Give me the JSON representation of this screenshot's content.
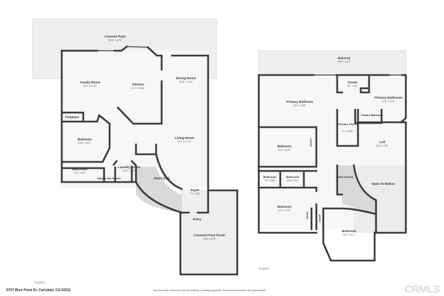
{
  "floor1": {
    "label": "FLOOR 1",
    "rooms": [
      {
        "name": "Covered Patio",
        "dim": "30'11\" x 10'5\""
      },
      {
        "name": "Family Room",
        "dim": "14'0\" x 17'11\""
      },
      {
        "name": "Kitchen",
        "dim": "11'1\" x 18'11\""
      },
      {
        "name": "Dining Room",
        "dim": "11'11\" x 12'4\""
      },
      {
        "name": "Fireplace",
        "dim": ""
      },
      {
        "name": "Bedroom",
        "dim": "12'8\" x 10'1\""
      },
      {
        "name": "Living Room",
        "dim": "13'7\" x 17'11\""
      },
      {
        "name": "Bathroom",
        "dim": "10'1\" x 5'2\""
      },
      {
        "name": "Garage Not Shown",
        "dim": ""
      },
      {
        "name": "Laundry Room",
        "dim": "6'10\" x 9'9\""
      },
      {
        "name": "Stairs (Up)",
        "dim": ""
      },
      {
        "name": "Foyer",
        "dim": "7'2\" x 8'8\""
      },
      {
        "name": "Entry",
        "dim": ""
      },
      {
        "name": "Covered Front Porch",
        "dim": "14'8\" x 17'6\""
      }
    ]
  },
  "floor2": {
    "label": "FLOOR 2",
    "rooms": [
      {
        "name": "Balcony",
        "dim": "20'5\" x 11'1\""
      },
      {
        "name": "Closet",
        "dim": "9'0\" x 4'5\""
      },
      {
        "name": "Primary Bathroom",
        "dim": "12'1\" x 12'3\""
      },
      {
        "name": "Primary Bedroom",
        "dim": "20'0\" x 16'6\""
      },
      {
        "name": "Primary Closet",
        "dim": "6'1\" x 8'10\""
      },
      {
        "name": "Primary Bathroom",
        "dim": ""
      },
      {
        "name": "Bedroom",
        "dim": "14'4\" x 10'0\""
      },
      {
        "name": "Closet",
        "dim": ""
      },
      {
        "name": "Loft",
        "dim": "12'2\" x 10'0\""
      },
      {
        "name": "Bathroom",
        "dim": "5'2\" x 5'8\""
      },
      {
        "name": "Bathroom",
        "dim": "5'10\" x 5'4\""
      },
      {
        "name": "Stairs (Down)",
        "dim": ""
      },
      {
        "name": "Open To Below",
        "dim": ""
      },
      {
        "name": "Bedroom",
        "dim": "14'4\" x 10'2\""
      },
      {
        "name": "Closet",
        "dim": ""
      },
      {
        "name": "Closet",
        "dim": ""
      },
      {
        "name": "Bedroom",
        "dim": "13'2\" x 11'1\""
      }
    ]
  },
  "footer": {
    "address": "6707 Blue Point Dr, Carlsbad, CA 92011",
    "disclaimer": "Your floor plan cannot be used for building or design purposes. Sizes and dimensions are approximate.",
    "watermark": "CRMLS"
  }
}
